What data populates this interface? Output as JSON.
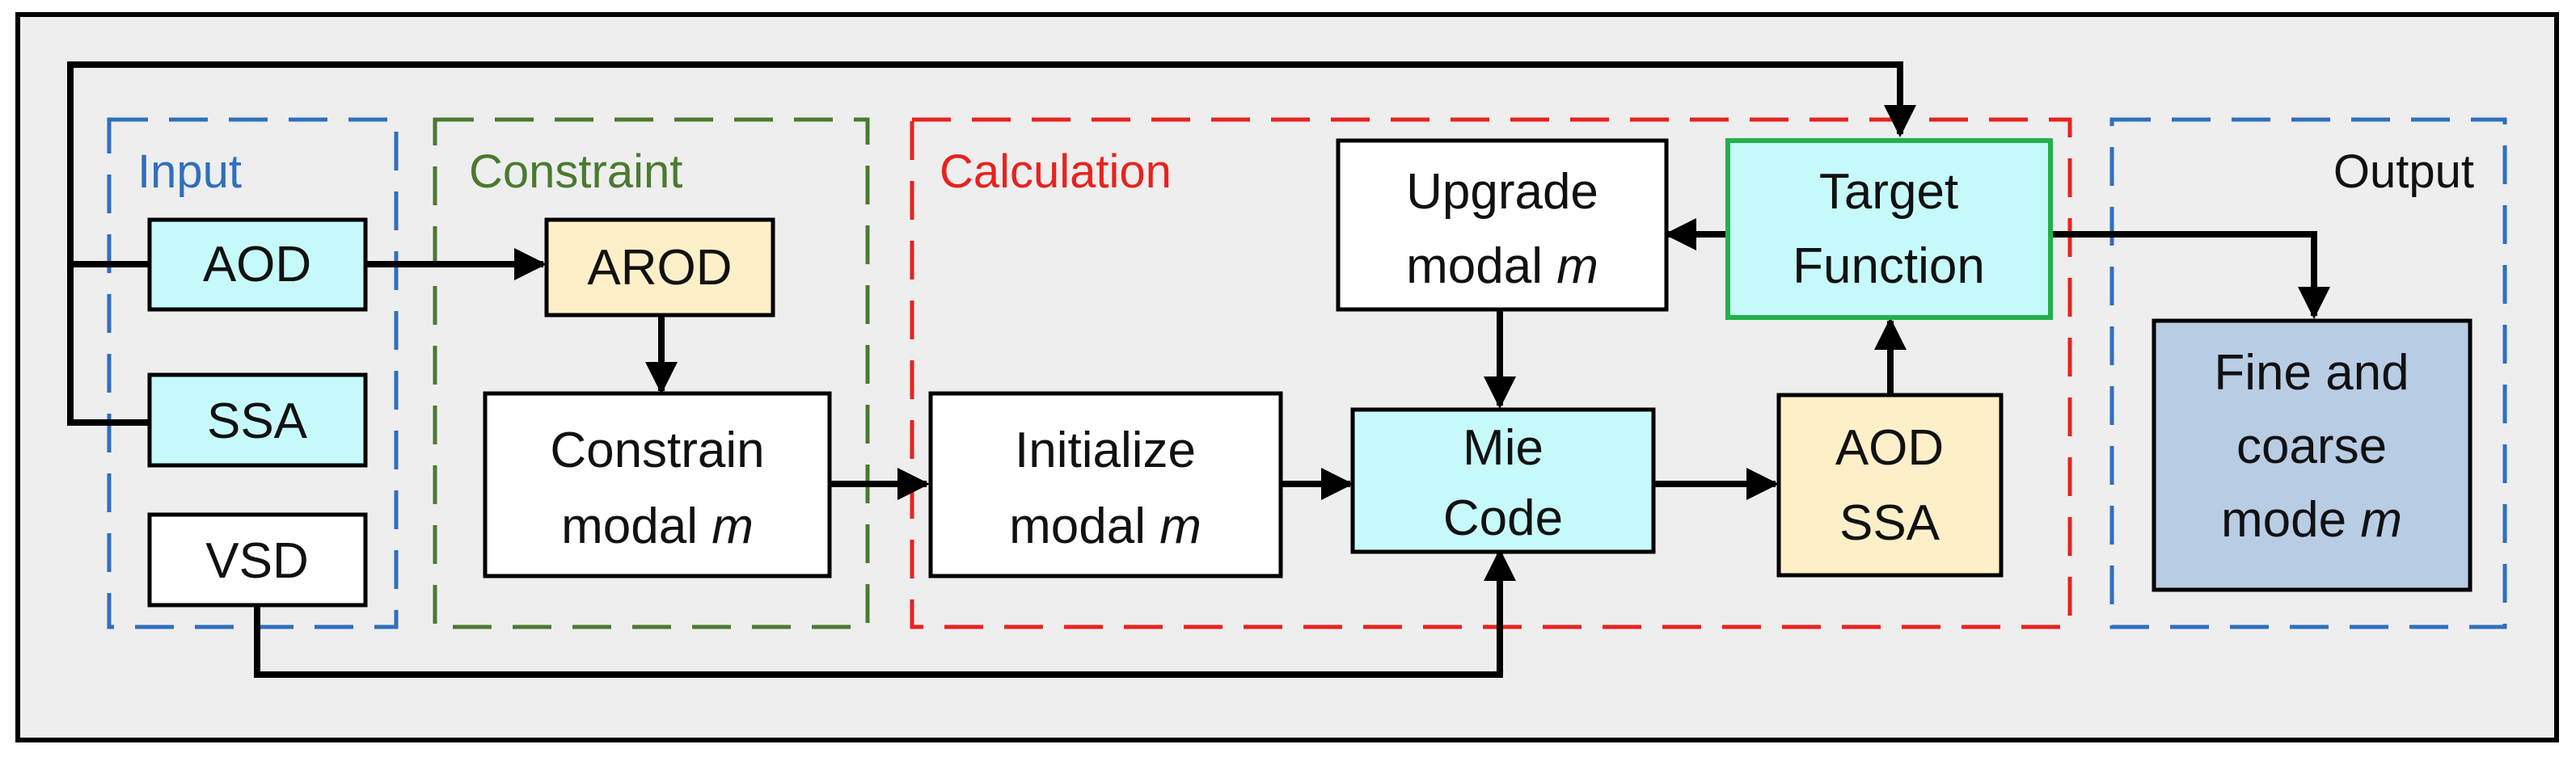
{
  "colors": {
    "input_group": "#2f6fbe",
    "constraint_group": "#4a7a2f",
    "calculation_group": "#e8221e",
    "output_group": "#2f6fbe",
    "cyan_box": "#c6fafa",
    "yellow_box": "#fdf0c9",
    "blue_box": "#b8cce4",
    "target_border": "#22b14c",
    "frame_bg": "#eeeeee"
  },
  "groups": {
    "input": "Input",
    "constraint": "Constraint",
    "calculation": "Calculation",
    "output": "Output"
  },
  "nodes": {
    "aod_in": "AOD",
    "ssa_in": "SSA",
    "vsd_in": "VSD",
    "arod": "AROD",
    "constrain": {
      "line1": "Constrain",
      "line2": "modal ",
      "var": "m"
    },
    "initialize": {
      "line1": "Initialize",
      "line2": "modal ",
      "var": "m"
    },
    "upgrade": {
      "line1": "Upgrade",
      "line2": "modal ",
      "var": "m"
    },
    "mie": {
      "line1": "Mie",
      "line2": "Code"
    },
    "target": {
      "line1": "Target",
      "line2": "Function"
    },
    "aod_ssa": {
      "line1": "AOD",
      "line2": "SSA"
    },
    "output_box": {
      "line1": "Fine and",
      "line2": "coarse",
      "line3": "mode ",
      "var": "m"
    }
  }
}
